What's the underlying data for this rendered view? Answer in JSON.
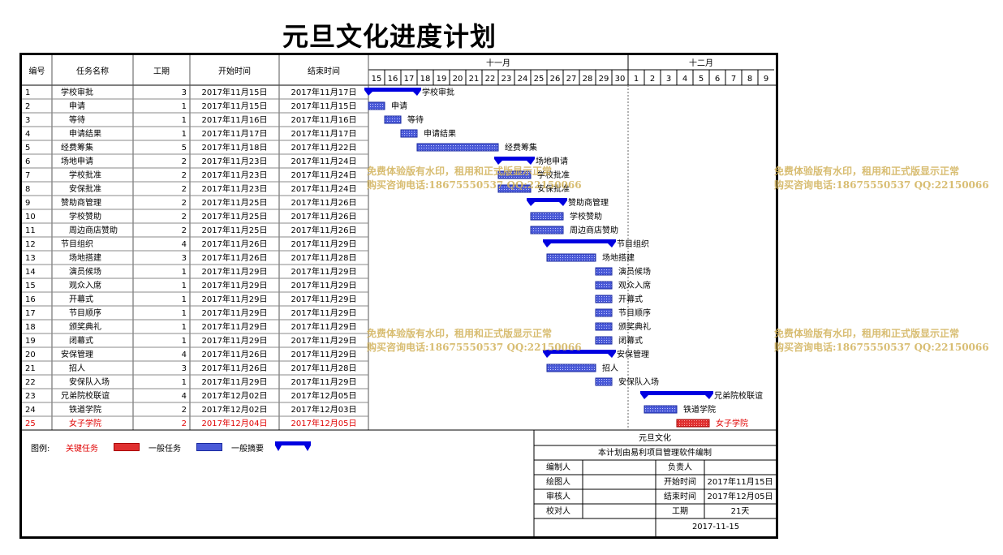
{
  "title": "元旦文化进度计划",
  "columns": {
    "id": "编号",
    "name": "任务名称",
    "duration": "工期",
    "start": "开始时间",
    "end": "结束时间"
  },
  "months": [
    "十一月",
    "十二月"
  ],
  "days": [
    "15",
    "16",
    "17",
    "18",
    "19",
    "20",
    "21",
    "22",
    "23",
    "24",
    "25",
    "26",
    "27",
    "28",
    "29",
    "30",
    "1",
    "2",
    "3",
    "4",
    "5",
    "6",
    "7",
    "8",
    "9"
  ],
  "tasks": [
    {
      "id": "1",
      "name": "学校审批",
      "indent": 0,
      "duration": "3",
      "start": "2017年11月15日",
      "end": "2017年11月17日",
      "startDay": 0,
      "days": 3,
      "type": "summary",
      "critical": false
    },
    {
      "id": "2",
      "name": "申请",
      "indent": 1,
      "duration": "1",
      "start": "2017年11月15日",
      "end": "2017年11月15日",
      "startDay": 0,
      "days": 1,
      "type": "task",
      "critical": false
    },
    {
      "id": "3",
      "name": "等待",
      "indent": 1,
      "duration": "1",
      "start": "2017年11月16日",
      "end": "2017年11月16日",
      "startDay": 1,
      "days": 1,
      "type": "task",
      "critical": false
    },
    {
      "id": "4",
      "name": "申请结果",
      "indent": 1,
      "duration": "1",
      "start": "2017年11月17日",
      "end": "2017年11月17日",
      "startDay": 2,
      "days": 1,
      "type": "task",
      "critical": false
    },
    {
      "id": "5",
      "name": "经费筹集",
      "indent": 0,
      "duration": "5",
      "start": "2017年11月18日",
      "end": "2017年11月22日",
      "startDay": 3,
      "days": 5,
      "type": "task",
      "critical": false
    },
    {
      "id": "6",
      "name": "场地申请",
      "indent": 0,
      "duration": "2",
      "start": "2017年11月23日",
      "end": "2017年11月24日",
      "startDay": 8,
      "days": 2,
      "type": "summary",
      "critical": false
    },
    {
      "id": "7",
      "name": "学校批准",
      "indent": 1,
      "duration": "2",
      "start": "2017年11月23日",
      "end": "2017年11月24日",
      "startDay": 8,
      "days": 2,
      "type": "task",
      "critical": false
    },
    {
      "id": "8",
      "name": "安保批准",
      "indent": 1,
      "duration": "2",
      "start": "2017年11月23日",
      "end": "2017年11月24日",
      "startDay": 8,
      "days": 2,
      "type": "task",
      "critical": false
    },
    {
      "id": "9",
      "name": "赞助商管理",
      "indent": 0,
      "duration": "2",
      "start": "2017年11月25日",
      "end": "2017年11月26日",
      "startDay": 10,
      "days": 2,
      "type": "summary",
      "critical": false
    },
    {
      "id": "10",
      "name": "学校赞助",
      "indent": 1,
      "duration": "2",
      "start": "2017年11月25日",
      "end": "2017年11月26日",
      "startDay": 10,
      "days": 2,
      "type": "task",
      "critical": false
    },
    {
      "id": "11",
      "name": "周边商店赞助",
      "indent": 1,
      "duration": "2",
      "start": "2017年11月25日",
      "end": "2017年11月26日",
      "startDay": 10,
      "days": 2,
      "type": "task",
      "critical": false
    },
    {
      "id": "12",
      "name": "节目组织",
      "indent": 0,
      "duration": "4",
      "start": "2017年11月26日",
      "end": "2017年11月29日",
      "startDay": 11,
      "days": 4,
      "type": "summary",
      "critical": false
    },
    {
      "id": "13",
      "name": "场地搭建",
      "indent": 1,
      "duration": "3",
      "start": "2017年11月26日",
      "end": "2017年11月28日",
      "startDay": 11,
      "days": 3,
      "type": "task",
      "critical": false
    },
    {
      "id": "14",
      "name": "演员候场",
      "indent": 1,
      "duration": "1",
      "start": "2017年11月29日",
      "end": "2017年11月29日",
      "startDay": 14,
      "days": 1,
      "type": "task",
      "critical": false
    },
    {
      "id": "15",
      "name": "观众入席",
      "indent": 1,
      "duration": "1",
      "start": "2017年11月29日",
      "end": "2017年11月29日",
      "startDay": 14,
      "days": 1,
      "type": "task",
      "critical": false
    },
    {
      "id": "16",
      "name": "开幕式",
      "indent": 1,
      "duration": "1",
      "start": "2017年11月29日",
      "end": "2017年11月29日",
      "startDay": 14,
      "days": 1,
      "type": "task",
      "critical": false
    },
    {
      "id": "17",
      "name": "节目顺序",
      "indent": 1,
      "duration": "1",
      "start": "2017年11月29日",
      "end": "2017年11月29日",
      "startDay": 14,
      "days": 1,
      "type": "task",
      "critical": false
    },
    {
      "id": "18",
      "name": "颁奖典礼",
      "indent": 1,
      "duration": "1",
      "start": "2017年11月29日",
      "end": "2017年11月29日",
      "startDay": 14,
      "days": 1,
      "type": "task",
      "critical": false
    },
    {
      "id": "19",
      "name": "闭幕式",
      "indent": 1,
      "duration": "1",
      "start": "2017年11月29日",
      "end": "2017年11月29日",
      "startDay": 14,
      "days": 1,
      "type": "task",
      "critical": false
    },
    {
      "id": "20",
      "name": "安保管理",
      "indent": 0,
      "duration": "4",
      "start": "2017年11月26日",
      "end": "2017年11月29日",
      "startDay": 11,
      "days": 4,
      "type": "summary",
      "critical": false
    },
    {
      "id": "21",
      "name": "招人",
      "indent": 1,
      "duration": "3",
      "start": "2017年11月26日",
      "end": "2017年11月28日",
      "startDay": 11,
      "days": 3,
      "type": "task",
      "critical": false
    },
    {
      "id": "22",
      "name": "安保队入场",
      "indent": 1,
      "duration": "1",
      "start": "2017年11月29日",
      "end": "2017年11月29日",
      "startDay": 14,
      "days": 1,
      "type": "task",
      "critical": false
    },
    {
      "id": "23",
      "name": "兄弟院校联谊",
      "indent": 0,
      "duration": "4",
      "start": "2017年12月02日",
      "end": "2017年12月05日",
      "startDay": 17,
      "days": 4,
      "type": "summary",
      "critical": false
    },
    {
      "id": "24",
      "name": "铁道学院",
      "indent": 1,
      "duration": "2",
      "start": "2017年12月02日",
      "end": "2017年12月03日",
      "startDay": 17,
      "days": 2,
      "type": "task",
      "critical": false
    },
    {
      "id": "25",
      "name": "女子学院",
      "indent": 1,
      "duration": "2",
      "start": "2017年12月04日",
      "end": "2017年12月05日",
      "startDay": 19,
      "days": 2,
      "type": "task",
      "critical": true
    }
  ],
  "legend": {
    "label": "图例:",
    "critical": "关键任务",
    "normal": "一般任务",
    "summary": "一般摘要"
  },
  "infobox": {
    "project": "元旦文化",
    "note": "本计划由易利项目管理软件编制",
    "editor_label": "编制人",
    "editor_value": "",
    "owner_label": "负责人",
    "owner_value": "",
    "drawer_label": "绘图人",
    "drawer_value": "",
    "start_label": "开始时间",
    "start_value": "2017年11月15日",
    "reviewer_label": "审核人",
    "reviewer_value": "",
    "end_label": "结束时间",
    "end_value": "2017年12月05日",
    "proof_label": "校对人",
    "proof_value": "",
    "duration_label": "工期",
    "duration_value": "21天",
    "date": "2017-11-15"
  },
  "watermark": {
    "line1": "免费体验版有水印，租用和正式版显示正常",
    "line2": "购买咨询电话:18675550537 QQ:22150066"
  },
  "colors": {
    "summary": "#0000e0",
    "task": "#4a5ad8",
    "critical": "#e03030",
    "critical_text": "#e00000",
    "watermark": "#d2b25a"
  }
}
